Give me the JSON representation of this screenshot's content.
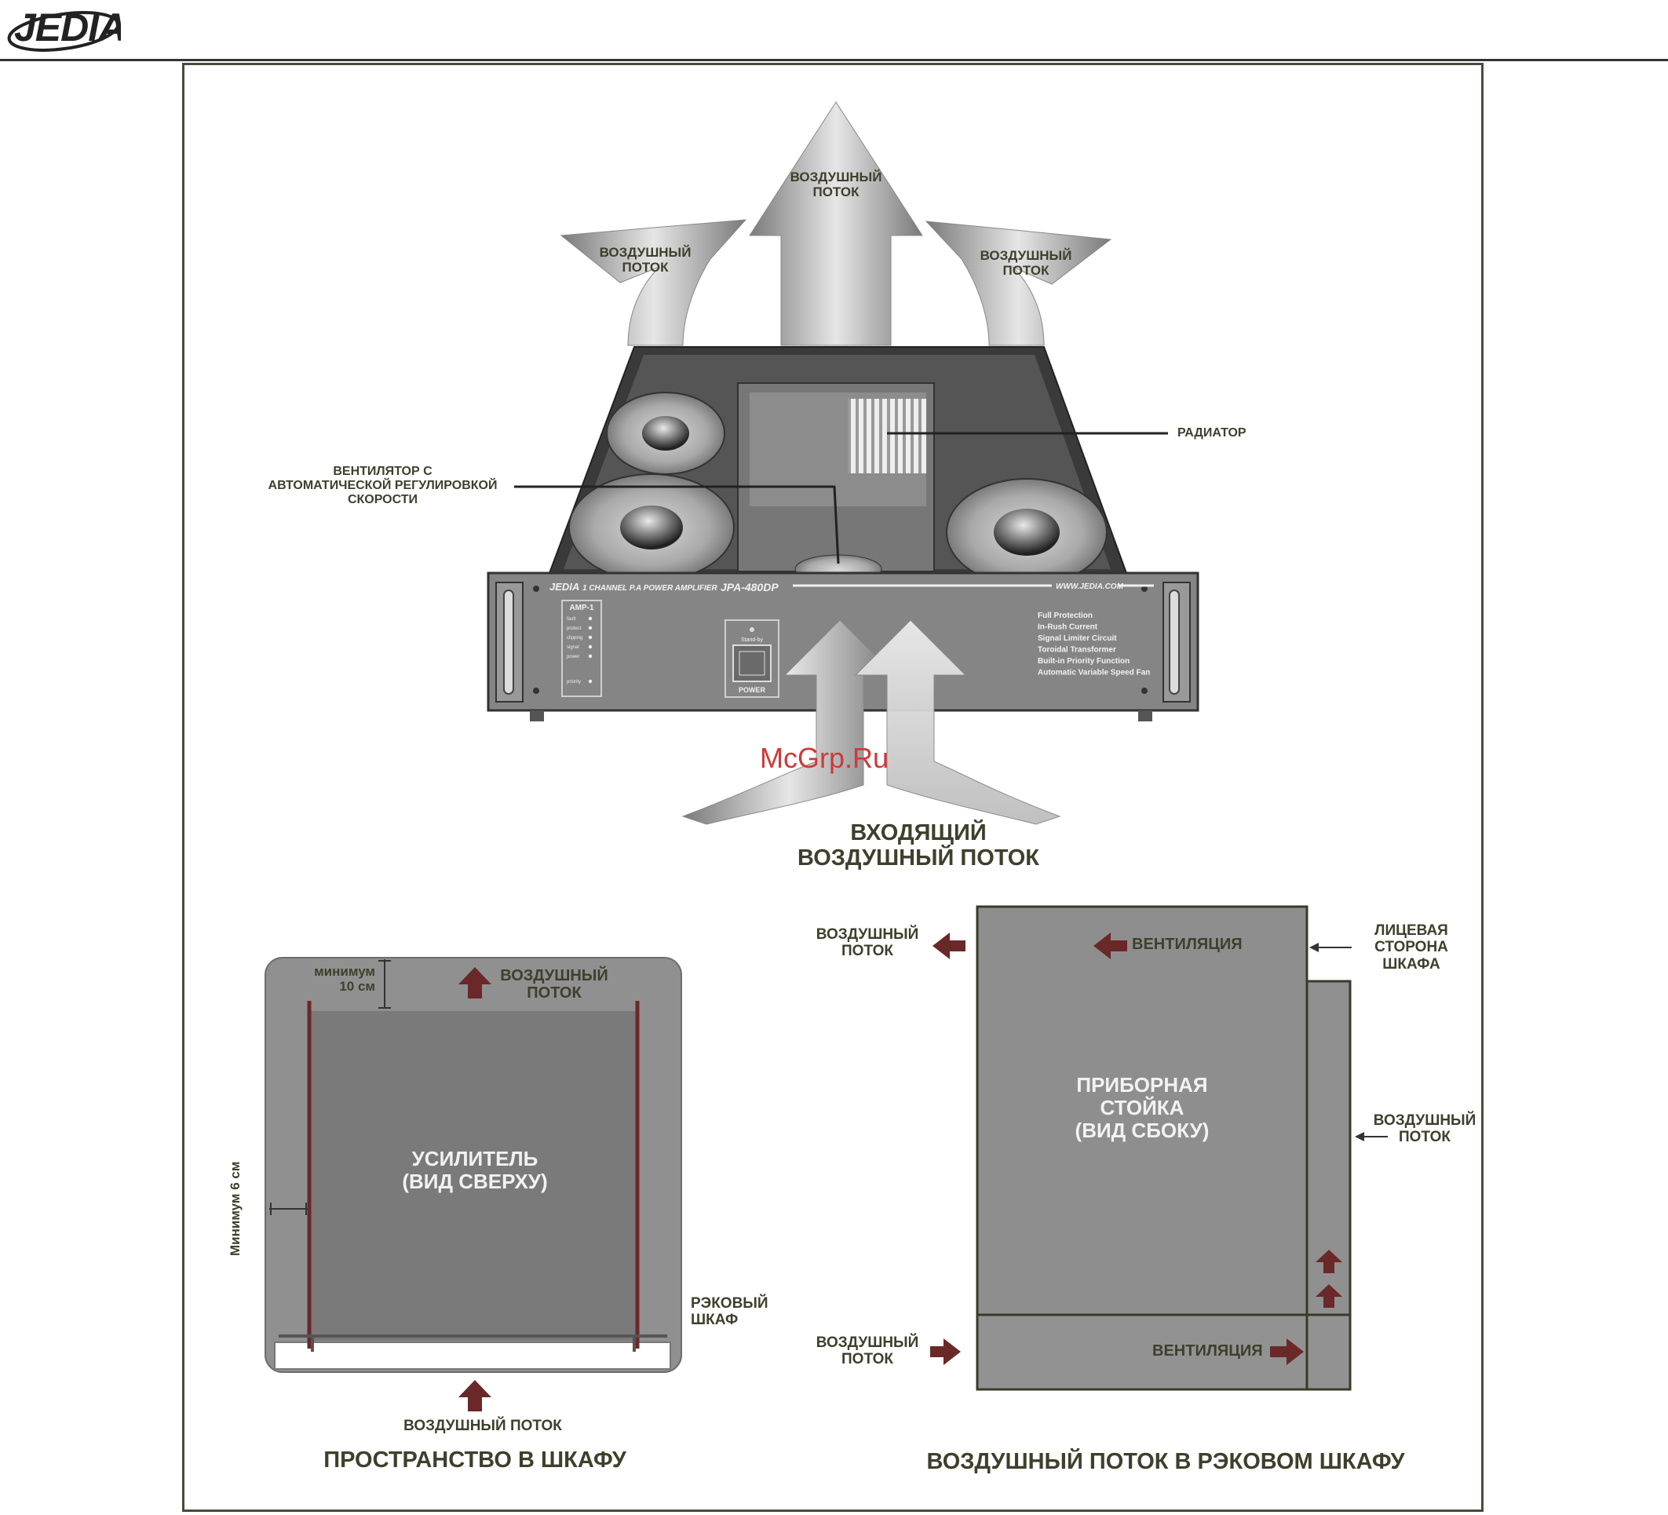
{
  "brand": {
    "logo_text": "JEDIA"
  },
  "top_diagram": {
    "airflow_labels": [
      "ВОЗДУШНЫЙ ПОТОК",
      "ВОЗДУШНЫЙ ПОТОК",
      "ВОЗДУШНЫЙ ПОТОК"
    ],
    "radiator_label": "РАДИАТОР",
    "fan_label_lines": [
      "ВЕНТИЛЯТОР С",
      "АВТОМАТИЧЕСКОЙ РЕГУЛИРОВКОЙ",
      "СКОРОСТИ"
    ],
    "incoming_label_lines": [
      "ВХОДЯЩИЙ",
      "ВОЗДУШНЫЙ ПОТОК"
    ],
    "panel": {
      "brand": "JEDIA",
      "model_line": "1 CHANNEL P.A POWER AMPLIFIER",
      "model": "JPA-480DP",
      "website": "WWW.JEDIA.COM",
      "amp_label": "AMP-1",
      "indicators": [
        "fault",
        "protect",
        "clipping",
        "signal",
        "power",
        "priority"
      ],
      "standby_label": "Stand-by",
      "power_label": "POWER",
      "features": [
        "Full Protection",
        "In-Rush Current",
        "Signal Limiter Circuit",
        "Toroidal Transformer",
        "Built-in Priority Function",
        "Automatic Variable Speed Fan"
      ]
    }
  },
  "cabinet_space": {
    "min_top_lines": [
      "минимум",
      "10 см"
    ],
    "airflow_top_lines": [
      "ВОЗДУШНЫЙ",
      "ПОТОК"
    ],
    "amp_label_lines": [
      "УСИЛИТЕЛЬ",
      "(ВИД СВЕРХУ)"
    ],
    "min_side": "Минимум 6 см",
    "rack_label_lines": [
      "РЭКОВЫЙ",
      "ШКАФ"
    ],
    "airflow_bottom": "ВОЗДУШНЫЙ ПОТОК",
    "caption": "ПРОСТРАНСТВО В ШКАФУ"
  },
  "rack_airflow": {
    "airflow_out_lines": [
      "ВОЗДУШНЫЙ",
      "ПОТОК"
    ],
    "vent_top": "ВЕНТИЛЯЦИЯ",
    "front_lines": [
      "ЛИЦЕВАЯ",
      "СТОРОНА",
      "ШКАФА"
    ],
    "rack_lines": [
      "ПРИБОРНАЯ",
      "СТОЙКА",
      "(ВИД СБОКУ)"
    ],
    "airflow_side_lines": [
      "ВОЗДУШНЫЙ",
      "ПОТОК"
    ],
    "airflow_in_lines": [
      "ВОЗДУШНЫЙ",
      "ПОТОК"
    ],
    "vent_bottom": "ВЕНТИЛЯЦИЯ",
    "caption": "ВОЗДУШНЫЙ ПОТОК В РЭКОВОМ ШКАФУ"
  },
  "watermark": "McGrp.Ru",
  "colors": {
    "arrow_red": "#6b2828",
    "panel_gray": "#8a8a8a",
    "frame": "#4a4a3a",
    "label": "#3f3f2c"
  }
}
